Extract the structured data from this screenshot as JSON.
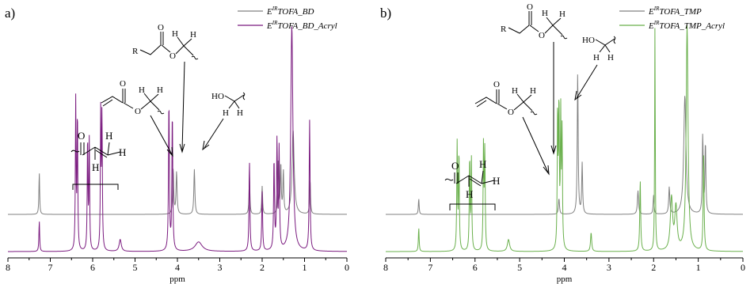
{
  "chart_data": [
    {
      "type": "line",
      "panel_label": "a)",
      "xlabel": "ppm",
      "xlim": [
        8,
        0
      ],
      "x_reversed": true,
      "ticks": [
        8,
        7,
        6,
        5,
        4,
        3,
        2,
        1,
        0
      ],
      "tick_labels": [
        "8",
        "7",
        "6",
        "5",
        "4",
        "3",
        "2",
        "1",
        "0"
      ],
      "series": [
        {
          "legend": {
            "pre": "E",
            "sup": "IR",
            "post": "TOFA_BD"
          },
          "color": "#808080",
          "role": "top",
          "peaks": [
            {
              "x": 7.26,
              "h": 0.3,
              "w": 0.01
            },
            {
              "x": 4.1,
              "h": 0.32,
              "w": 0.014
            },
            {
              "x": 4.02,
              "h": 0.3,
              "w": 0.014
            },
            {
              "x": 3.6,
              "h": 0.32,
              "w": 0.014
            },
            {
              "x": 2.3,
              "h": 0.27,
              "w": 0.012
            },
            {
              "x": 2.0,
              "h": 0.2,
              "w": 0.012
            },
            {
              "x": 1.62,
              "h": 0.37,
              "w": 0.012
            },
            {
              "x": 1.56,
              "h": 0.35,
              "w": 0.012
            },
            {
              "x": 1.5,
              "h": 0.3,
              "w": 0.012
            },
            {
              "x": 1.27,
              "h": 0.6,
              "w": 0.03
            },
            {
              "x": 0.87,
              "h": 0.25,
              "w": 0.012
            }
          ]
        },
        {
          "legend": {
            "pre": "E",
            "sup": "IR",
            "post": "TOFA_BD_Acryl"
          },
          "color": "#7a1a7f",
          "role": "bottom",
          "peaks": [
            {
              "x": 7.26,
              "h": 0.13,
              "w": 0.01
            },
            {
              "x": 6.4,
              "h": 0.63,
              "w": 0.01
            },
            {
              "x": 6.36,
              "h": 0.58,
              "w": 0.01
            },
            {
              "x": 6.12,
              "h": 0.48,
              "w": 0.01
            },
            {
              "x": 6.08,
              "h": 0.46,
              "w": 0.01
            },
            {
              "x": 5.81,
              "h": 0.58,
              "w": 0.01
            },
            {
              "x": 5.78,
              "h": 0.56,
              "w": 0.01
            },
            {
              "x": 5.35,
              "h": 0.05,
              "w": 0.03
            },
            {
              "x": 4.2,
              "h": 0.63,
              "w": 0.012
            },
            {
              "x": 4.12,
              "h": 0.58,
              "w": 0.012
            },
            {
              "x": 3.5,
              "h": 0.04,
              "w": 0.1
            },
            {
              "x": 2.3,
              "h": 0.38,
              "w": 0.012
            },
            {
              "x": 2.0,
              "h": 0.25,
              "w": 0.012
            },
            {
              "x": 1.72,
              "h": 0.38,
              "w": 0.012
            },
            {
              "x": 1.65,
              "h": 0.45,
              "w": 0.012
            },
            {
              "x": 1.6,
              "h": 0.42,
              "w": 0.012
            },
            {
              "x": 1.3,
              "h": 0.95,
              "w": 0.03
            },
            {
              "x": 0.88,
              "h": 0.55,
              "w": 0.012
            }
          ]
        }
      ]
    },
    {
      "type": "line",
      "panel_label": "b)",
      "xlabel": "ppm",
      "xlim": [
        8,
        0
      ],
      "x_reversed": true,
      "ticks": [
        8,
        7,
        6,
        5,
        4,
        3,
        2,
        1,
        0
      ],
      "tick_labels": [
        "8",
        "7",
        "6",
        "5",
        "4",
        "3",
        "2",
        "1",
        "0"
      ],
      "series": [
        {
          "legend": {
            "pre": "E",
            "sup": "IR",
            "post": "TOFA_TMP"
          },
          "color": "#808080",
          "role": "top",
          "peaks": [
            {
              "x": 7.26,
              "h": 0.1,
              "w": 0.01
            },
            {
              "x": 4.12,
              "h": 0.1,
              "w": 0.014
            },
            {
              "x": 3.7,
              "h": 0.9,
              "w": 0.012
            },
            {
              "x": 3.6,
              "h": 0.32,
              "w": 0.012
            },
            {
              "x": 2.35,
              "h": 0.15,
              "w": 0.015
            },
            {
              "x": 2.0,
              "h": 0.12,
              "w": 0.012
            },
            {
              "x": 1.65,
              "h": 0.17,
              "w": 0.014
            },
            {
              "x": 1.3,
              "h": 0.75,
              "w": 0.03
            },
            {
              "x": 0.9,
              "h": 0.5,
              "w": 0.012
            },
            {
              "x": 0.84,
              "h": 0.45,
              "w": 0.012
            }
          ]
        },
        {
          "legend": {
            "pre": "E",
            "sup": "IR",
            "post": "TOFA_TMP_Acryl"
          },
          "color": "#6ab04c",
          "role": "bottom",
          "peaks": [
            {
              "x": 7.26,
              "h": 0.1,
              "w": 0.01
            },
            {
              "x": 6.4,
              "h": 0.45,
              "w": 0.01
            },
            {
              "x": 6.36,
              "h": 0.42,
              "w": 0.01
            },
            {
              "x": 6.12,
              "h": 0.4,
              "w": 0.01
            },
            {
              "x": 6.08,
              "h": 0.38,
              "w": 0.01
            },
            {
              "x": 5.81,
              "h": 0.44,
              "w": 0.01
            },
            {
              "x": 5.78,
              "h": 0.42,
              "w": 0.01
            },
            {
              "x": 5.25,
              "h": 0.05,
              "w": 0.03
            },
            {
              "x": 4.15,
              "h": 0.58,
              "w": 0.01
            },
            {
              "x": 4.12,
              "h": 0.6,
              "w": 0.01
            },
            {
              "x": 4.08,
              "h": 0.55,
              "w": 0.01
            },
            {
              "x": 4.05,
              "h": 0.48,
              "w": 0.01
            },
            {
              "x": 3.4,
              "h": 0.08,
              "w": 0.015
            },
            {
              "x": 2.3,
              "h": 0.3,
              "w": 0.012
            },
            {
              "x": 1.97,
              "h": 0.95,
              "w": 0.008
            },
            {
              "x": 1.6,
              "h": 0.22,
              "w": 0.03
            },
            {
              "x": 1.5,
              "h": 0.18,
              "w": 0.03
            },
            {
              "x": 1.25,
              "h": 0.95,
              "w": 0.025
            },
            {
              "x": 0.88,
              "h": 0.4,
              "w": 0.012
            }
          ]
        }
      ]
    }
  ],
  "annotations": {
    "r_label": "R",
    "o_label": "O",
    "h_label": "H",
    "ho_label": "HO"
  }
}
